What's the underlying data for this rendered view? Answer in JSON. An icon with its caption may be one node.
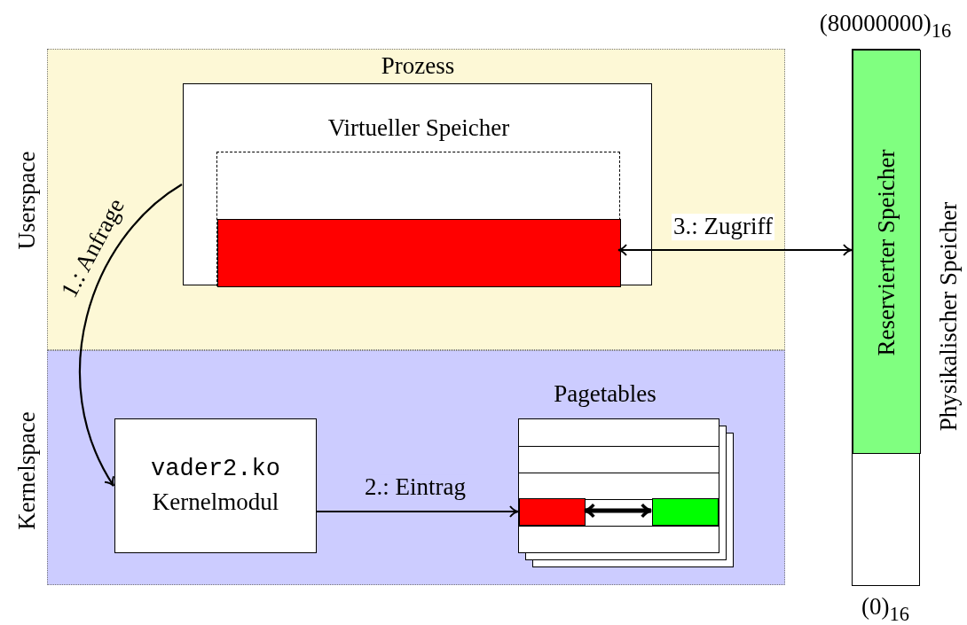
{
  "diagram": {
    "nodes": [
      {
        "text": [
          "Userspace"
        ]
      },
      {
        "text": [
          "Kernelspace"
        ]
      },
      {
        "text": [
          "Prozess"
        ],
        "in": 0
      },
      {
        "text": [
          "Virtueller Speicher"
        ],
        "in": 2
      },
      {
        "text": [],
        "shape": "bar",
        "in": 3
      },
      {
        "text": [
          "vader2.ko",
          "Kernelmodul"
        ],
        "in": 1
      },
      {
        "text": [
          "Pagetables"
        ],
        "in": 1
      },
      {
        "text": [],
        "shape": "bar",
        "in": 6
      },
      {
        "text": [],
        "shape": "bar",
        "in": 6
      },
      {
        "text": [],
        "shape": "bar",
        "beside": [
          "(80000000)$_{16}$",
          "Physikalischer Speicher",
          "(0)$_{16}$"
        ]
      },
      {
        "text": [
          "Reservierter Speicher"
        ],
        "in": 9
      }
    ],
    "edges": [
      {
        "from": 2,
        "to": 5,
        "arrow": "to",
        "label": "1.: Anfrage"
      },
      {
        "from": 5,
        "to": 7,
        "arrow": "to",
        "label": "2.: Eintrag"
      },
      {
        "from": 4,
        "to": 10,
        "arrow": "both",
        "label": "3.: Zugriff"
      },
      {
        "from": 7,
        "to": 8,
        "arrow": "both",
        "style": "thick"
      }
    ]
  }
}
